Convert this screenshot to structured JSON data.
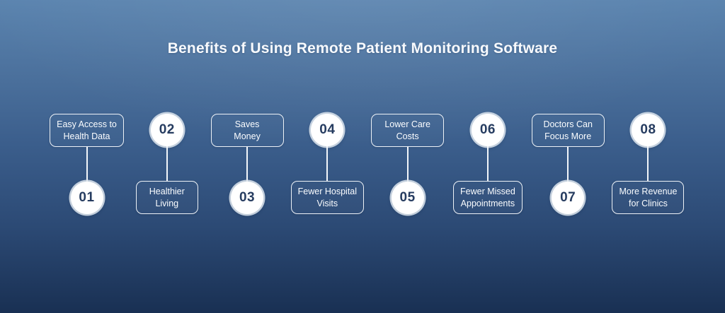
{
  "title": "Benefits of Using Remote Patient Monitoring Software",
  "colors": {
    "background_top": "#5b84af",
    "background_middle": "#3b5e8c",
    "background_bottom": "#193053",
    "card_border": "#eef3f8",
    "card_text": "#fbfdff",
    "connector_line": "#f2f6fa",
    "circle_fill": "#ffffff",
    "number_text": "#263c60",
    "title_text": "#f8fafd"
  },
  "items": [
    {
      "number": "01",
      "label": "Easy Access to\nHealth Data"
    },
    {
      "number": "02",
      "label": "Healthier\nLiving"
    },
    {
      "number": "03",
      "label": "Saves\nMoney"
    },
    {
      "number": "04",
      "label": "Fewer Hospital\nVisits"
    },
    {
      "number": "05",
      "label": "Lower Care\nCosts"
    },
    {
      "number": "06",
      "label": "Fewer Missed\nAppointments"
    },
    {
      "number": "07",
      "label": "Doctors Can\nFocus More"
    },
    {
      "number": "08",
      "label": "More Revenue\nfor Clinics"
    }
  ]
}
